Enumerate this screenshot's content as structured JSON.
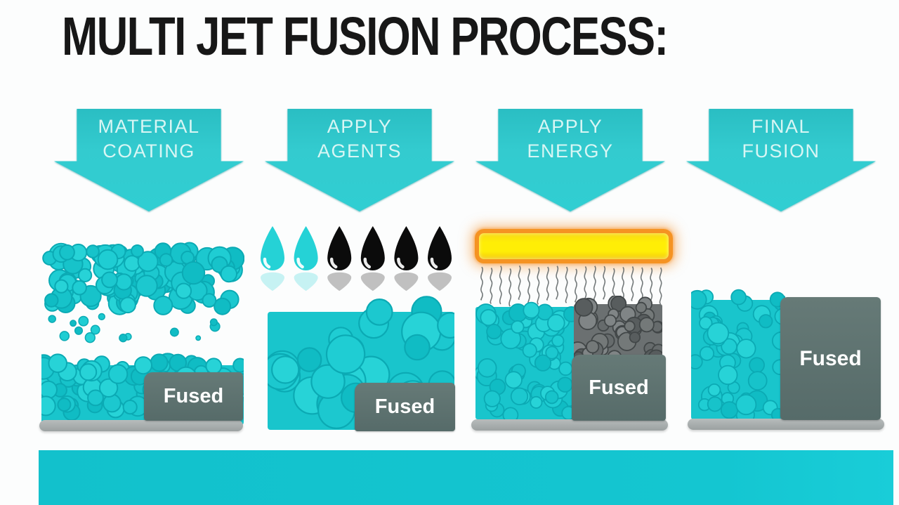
{
  "title": "MULTI JET FUSION PROCESS:",
  "steps": [
    {
      "name": "Material Coating",
      "line1": "MATERIAL",
      "line2": "COATING",
      "fused_label": "Fused"
    },
    {
      "name": "Apply Agents",
      "line1": "APPLY",
      "line2": "AGENTS",
      "fused_label": "Fused"
    },
    {
      "name": "Apply Energy",
      "line1": "APPLY",
      "line2": "ENERGY",
      "fused_label": "Fused"
    },
    {
      "name": "Final Fusion",
      "line1": "FINAL",
      "line2": "FUSION",
      "fused_label": "Fused"
    }
  ],
  "droplets": {
    "colors": [
      "cyan",
      "cyan",
      "black",
      "black",
      "black",
      "black"
    ],
    "cyan_hex": "#25d2d6",
    "black_hex": "#0b0b0b"
  },
  "colors": {
    "background": "#fcfdfd",
    "title_text": "#171717",
    "arrow": "#31c8cc",
    "arrow_text": "#d8f6f4",
    "powder_base": "#19c5cc",
    "powder_fills": [
      "#17c3ca",
      "#1fcdd3",
      "#10bcc4",
      "#27d3d7",
      "#1cc8cf"
    ],
    "powder_stroke": "#0baab4",
    "gray_powder_base": "#6b7071",
    "gray_powder_fills": [
      "#666b6c",
      "#747979",
      "#585d5e",
      "#808586"
    ],
    "gray_powder_stroke": "#424748",
    "fused_block": "#5d726f",
    "fused_text": "#ffffff",
    "platform": "#a9aeae",
    "heat_bar_core": "#ffee06",
    "heat_bar_edge": "#f59322",
    "heat_wave": "#5b6163",
    "bottom_bar": "#13c3ce"
  }
}
